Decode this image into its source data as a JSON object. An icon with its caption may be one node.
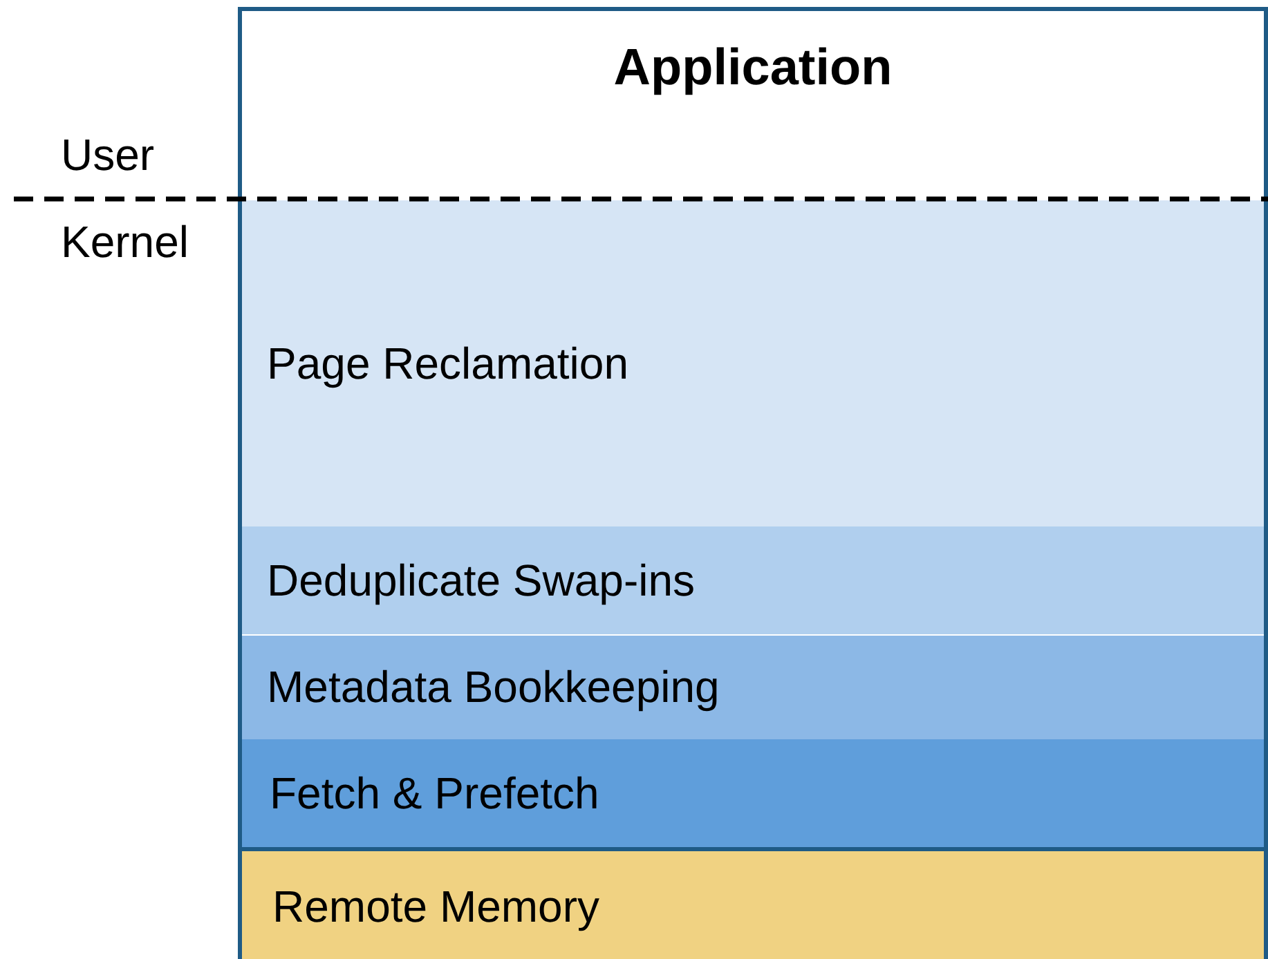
{
  "diagram": {
    "nodes": [
      {
        "text": [
          "Application"
        ]
      },
      {
        "text": [
          "Page Reclamation"
        ],
        "in": 0
      },
      {
        "text": [
          "Deduplicate Swap-ins"
        ],
        "in": 0
      },
      {
        "text": [
          "Metadata Bookkeeping"
        ],
        "in": 0
      },
      {
        "text": [
          "Fetch & Prefetch"
        ],
        "in": 0
      },
      {
        "text": [
          "Remote Memory"
        ],
        "in": 0
      }
    ],
    "labels": [
      "User",
      "Kernel"
    ]
  }
}
